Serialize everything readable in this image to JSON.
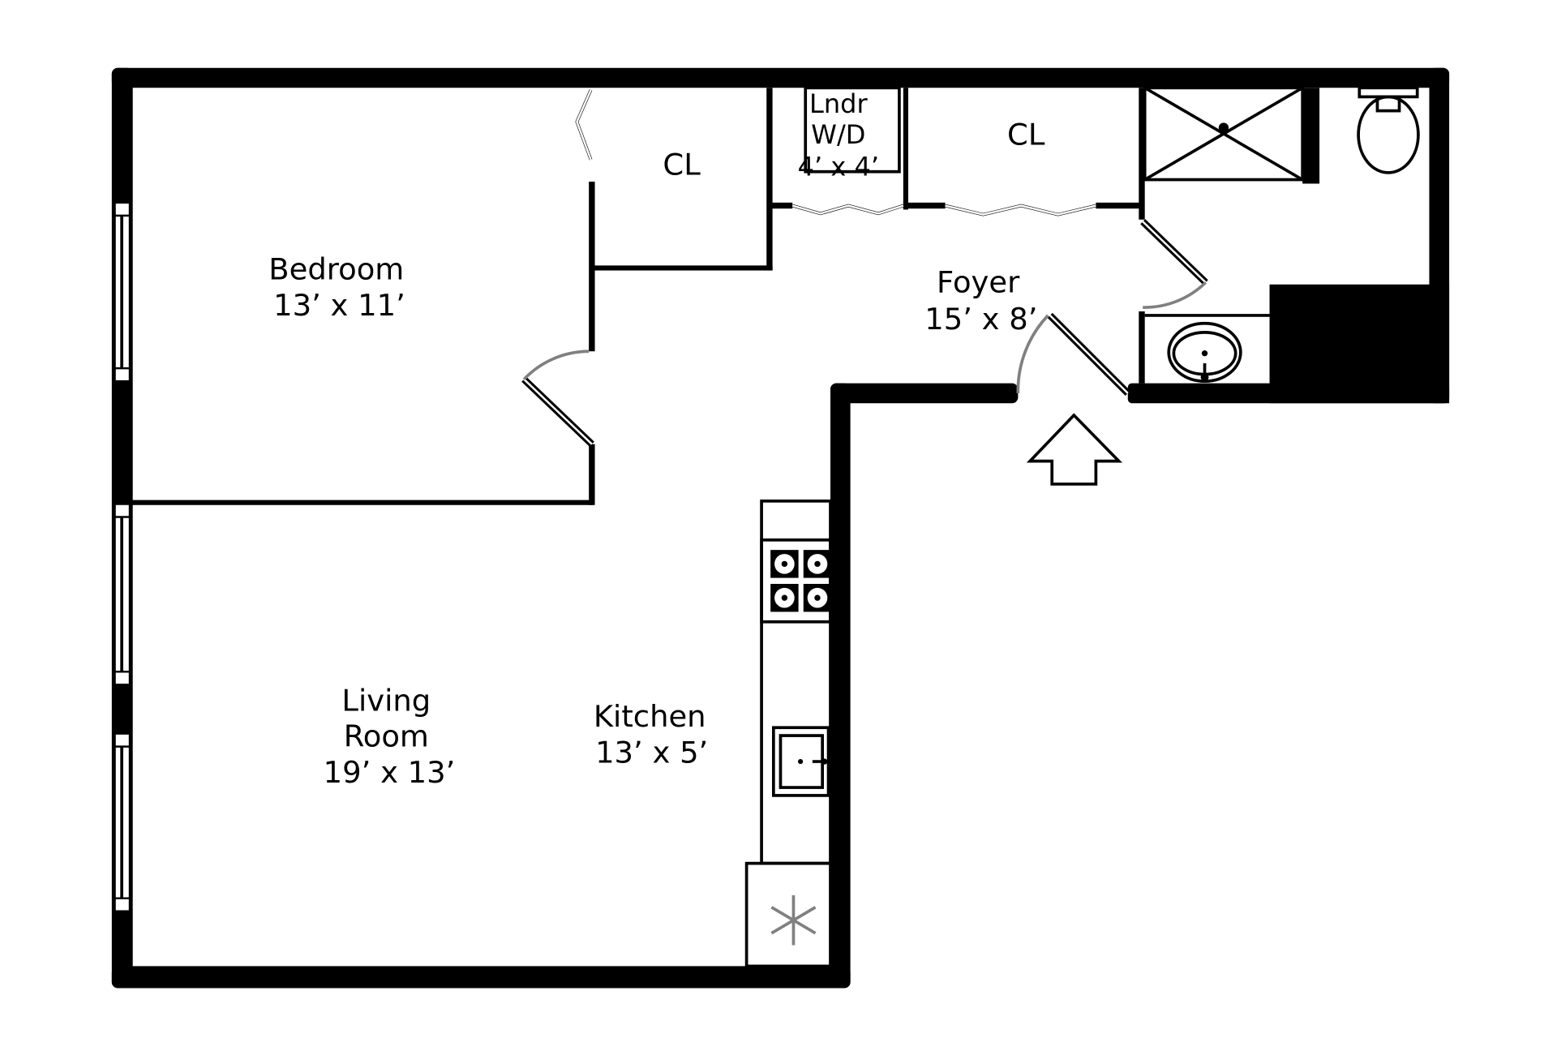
{
  "colors": {
    "wall": "#000000",
    "background": "#ffffff",
    "door_swing": "#808080"
  },
  "rooms": {
    "bedroom": {
      "name": "Bedroom",
      "size": "13’ x 11’"
    },
    "bedroom_closet": {
      "name": "CL"
    },
    "laundry": {
      "name": "Lndr",
      "appliance": "W/D",
      "size": "4’ x 4’"
    },
    "foyer_closet": {
      "name": "CL"
    },
    "foyer": {
      "name": "Foyer",
      "size": "15’ x 8’"
    },
    "living": {
      "name_line1": "Living",
      "name_line2": "Room",
      "size": "19’ x 13’"
    },
    "kitchen": {
      "name": "Kitchen",
      "size": "13’ x 5’"
    }
  },
  "icons": [
    "entry-arrow-icon",
    "stove-icon",
    "sink-icon",
    "refrigerator-snowflake-icon",
    "toilet-icon",
    "shower-icon",
    "bath-sink-icon"
  ]
}
